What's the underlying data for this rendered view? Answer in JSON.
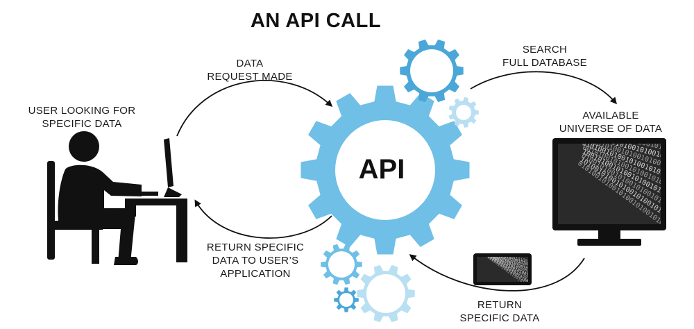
{
  "title": "AN API CALL",
  "center_label": "API",
  "nodes": {
    "user": {
      "line1": "USER LOOKING FOR",
      "line2": "SPECIFIC DATA",
      "icon": "user-at-computer-icon"
    },
    "database": {
      "line1": "AVAILABLE",
      "line2": "UNIVERSE OF DATA",
      "icon": "binary-data-monitor-icon"
    }
  },
  "arrows": {
    "request": {
      "line1": "DATA",
      "line2": "REQUEST MADE"
    },
    "search": {
      "line1": "SEARCH",
      "line2": "FULL DATABASE"
    },
    "return_data": {
      "line1": "RETURN",
      "line2": "SPECIFIC DATA"
    },
    "return_app": {
      "line1": "RETURN SPECIFIC",
      "line2": "DATA TO USER’S",
      "line3": "APPLICATION"
    }
  },
  "colors": {
    "gear_main": "#6fbfe6",
    "gear_dark": "#4aa7d8",
    "gear_light": "#b9dff2",
    "ink": "#111111"
  }
}
